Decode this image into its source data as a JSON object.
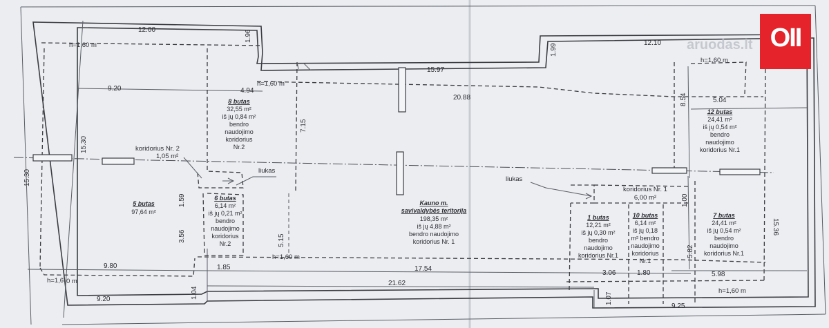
{
  "watermark": "aruodas.lt",
  "logo_text": "OII",
  "dims": {
    "d1200": "12.00",
    "d196": "1.96",
    "d199": "1.99",
    "d1210": "12.10",
    "d1597": "15.97",
    "d920a": "9.20",
    "d494": "4.94",
    "d2088": "20.88",
    "d854": "8.54",
    "d504": "5.04",
    "d1530a": "15.30",
    "d1530b": "15.30",
    "d715": "7.15",
    "d159": "1.59",
    "d356": "3.56",
    "d515": "5.15",
    "d100": "1.00",
    "d582": "5.82",
    "d1536": "15.36",
    "d980": "9.80",
    "d185": "1.85",
    "d1754": "17.54",
    "d306": "3.06",
    "d180": "1.80",
    "d598": "5.98",
    "d2162": "21.62",
    "d920b": "9.20",
    "d104": "1.04",
    "d107": "1.07",
    "d925": "9.25"
  },
  "heights": {
    "h1": "h=1,60 m",
    "h2": "h=1,60 m",
    "h3": "h=1,60 m",
    "h4": "h=1,60 m",
    "h5": "h=1,6",
    "h5b": "0 m",
    "h6": "h=1,60 m"
  },
  "rooms": {
    "r8": {
      "title": "8 butas",
      "area": "32,55 m²",
      "l1": "iš jų 0,84 m²",
      "l2": "bendro",
      "l3": "naudojimo",
      "l4": "koridorius",
      "l5": "Nr.2"
    },
    "r12": {
      "title": "12 butas",
      "area": "24,41 m²",
      "l1": "iš jų 0,54 m²",
      "l2": "bendro",
      "l3": "naudojimo",
      "l4": "koridorius Nr.1"
    },
    "k2": {
      "title": "koridorius Nr. 2",
      "area": "1,05 m²"
    },
    "liukas_left": "liukas",
    "liukas_right": "liukas",
    "r5": {
      "title": "5 butas",
      "area": "97,64 m²"
    },
    "r6": {
      "title": "6 butas",
      "area": "6,14 m²",
      "l1": "iš jų 0,21 m²",
      "l2": "bendro",
      "l3": "naudojimo",
      "l4": "koridorius",
      "l5": "Nr.2"
    },
    "kauno": {
      "title1": "Kauno m.",
      "title2": "savivaldybės teritorija",
      "area": "198,35 m²",
      "l1": "iš jų 4,88 m²",
      "l2": "bendro naudojimo",
      "l3": "koridorius Nr. 1"
    },
    "k1": {
      "title": "koridorius Nr. 1",
      "area": "6,00 m²"
    },
    "r1": {
      "title": "1 butas",
      "area": "12,21 m²",
      "l1": "iš jų 0,30 m²",
      "l2": "bendro",
      "l3": "naudojimo",
      "l4": "koridorius Nr.1"
    },
    "r10": {
      "title": "10 butas",
      "area": "6,14 m²",
      "l1": "iš jų 0,18",
      "l2": "m² bendro",
      "l3": "naudojimo",
      "l4": "koridorius",
      "l5": "Nr.1"
    },
    "r7": {
      "title": "7 butas",
      "area": "24,41 m²",
      "l1": "iš jų 0,54 m²",
      "l2": "bendro",
      "l3": "naudojimo",
      "l4": "koridorius Nr.1"
    }
  }
}
